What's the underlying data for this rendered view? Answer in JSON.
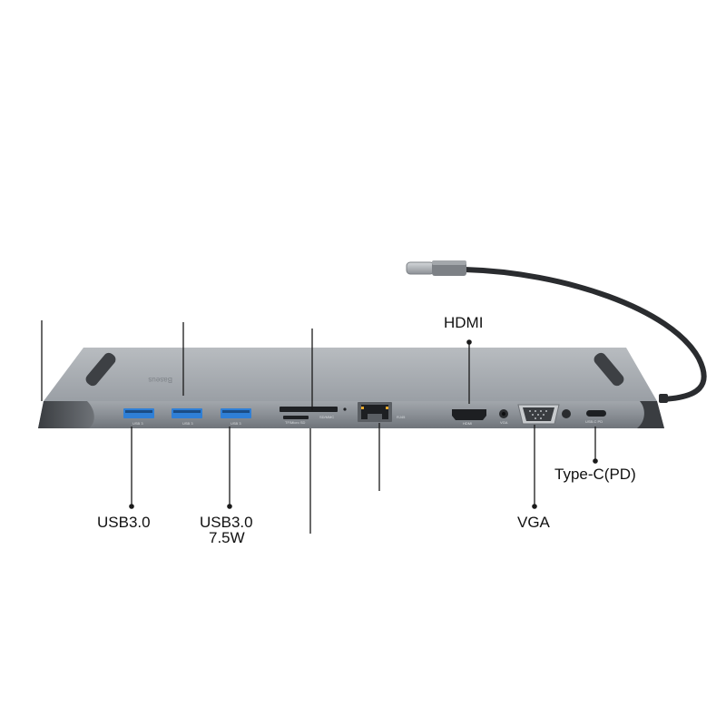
{
  "labels": {
    "hdmi": "HDMI",
    "usb30_left": "USB3.0",
    "usb30_middle_line1": "USB3.0",
    "usb30_middle_line2": "7.5W",
    "vga": "VGA",
    "type_c": "Type-C(PD)"
  },
  "device": {
    "brand": "Baseus",
    "port_captions": [
      "USB 3",
      "USB 3",
      "USB 3",
      "TF/Micro SD",
      "SD/MMC",
      "RJ45",
      "HDMI",
      "VGA",
      "USB-C PD"
    ]
  },
  "colors": {
    "body_top": "#a9aeb3",
    "body_front": "#8f949a",
    "usb_blue": "#2f7fd6",
    "cable": "#2a2c2f",
    "connector": "#b9bdc1"
  }
}
